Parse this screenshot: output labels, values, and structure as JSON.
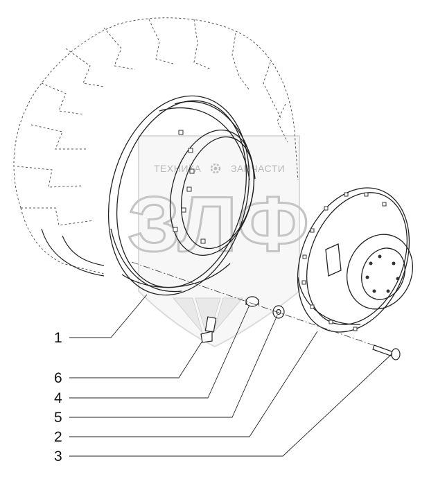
{
  "watermark": {
    "left_text": "ТЕХНИКА",
    "right_text": "ЗАПЧАСТИ",
    "logo_text": "ЗЛФ",
    "gear_icon": "gear-icon"
  },
  "callouts": [
    {
      "number": "1",
      "part": "rim"
    },
    {
      "number": "6",
      "part": "valve"
    },
    {
      "number": "4",
      "part": "nut"
    },
    {
      "number": "5",
      "part": "washer"
    },
    {
      "number": "2",
      "part": "wheel-disc"
    },
    {
      "number": "3",
      "part": "bolt"
    }
  ],
  "colors": {
    "line": "#222222",
    "dashed": "#555555",
    "watermark": "#c4c4c4"
  }
}
